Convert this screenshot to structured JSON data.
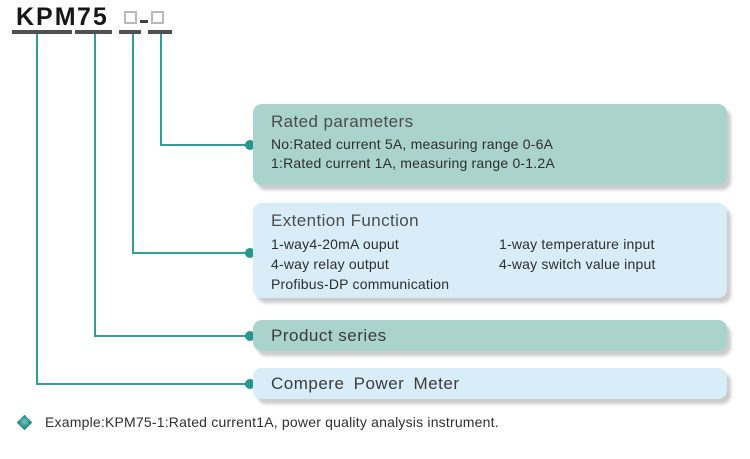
{
  "model_code": {
    "prefix": "KPM",
    "series": "75",
    "separator": "-"
  },
  "callouts": {
    "rated_parameters": {
      "heading": "Rated parameters",
      "lines": [
        "No:Rated current 5A, measuring range 0-6A",
        "1:Rated current 1A, measuring range 0-1.2A"
      ]
    },
    "extension_function": {
      "heading": "Extention Function",
      "left_lines": [
        "1-way4-20mA ouput",
        "4-way relay output",
        "Profibus-DP communication"
      ],
      "right_lines": [
        "1-way temperature input",
        "4-way switch value input"
      ]
    },
    "product_series": {
      "heading": "Product series"
    },
    "power_meter": {
      "heading": "Compere Power Meter"
    }
  },
  "example": {
    "text": "Example:KPM75-1:Rated current1A, power quality analysis instrument."
  },
  "colors": {
    "accent_teal": "#2f9e98",
    "dot_teal": "#27968f",
    "box_teal": "#a9d3cc",
    "box_blue": "#d9edf8",
    "underline_gray": "#4f4f4f"
  }
}
